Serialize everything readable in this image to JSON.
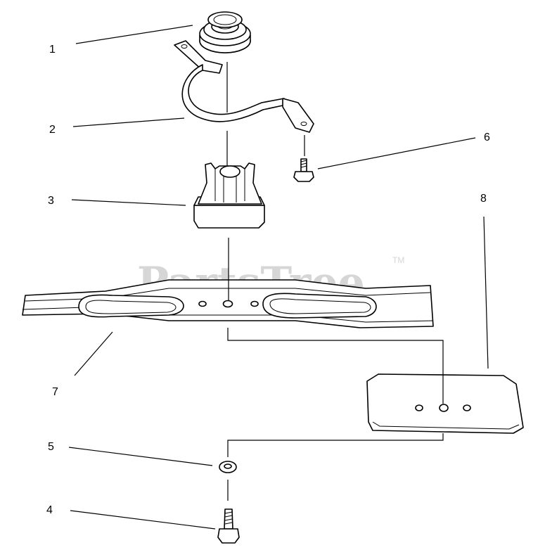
{
  "watermark": {
    "text": "PartsTree",
    "trademark": "TM"
  },
  "callouts": [
    "1",
    "2",
    "3",
    "4",
    "5",
    "6",
    "7",
    "8"
  ],
  "parts": [
    {
      "id": "1",
      "icon": "pulley-icon"
    },
    {
      "id": "2",
      "icon": "bracket-icon"
    },
    {
      "id": "3",
      "icon": "blade-adapter-icon"
    },
    {
      "id": "4",
      "icon": "bolt-icon"
    },
    {
      "id": "5",
      "icon": "washer-icon"
    },
    {
      "id": "6",
      "icon": "screw-icon"
    },
    {
      "id": "7",
      "icon": "mower-blade-icon"
    },
    {
      "id": "8",
      "icon": "blade-plate-icon"
    }
  ]
}
